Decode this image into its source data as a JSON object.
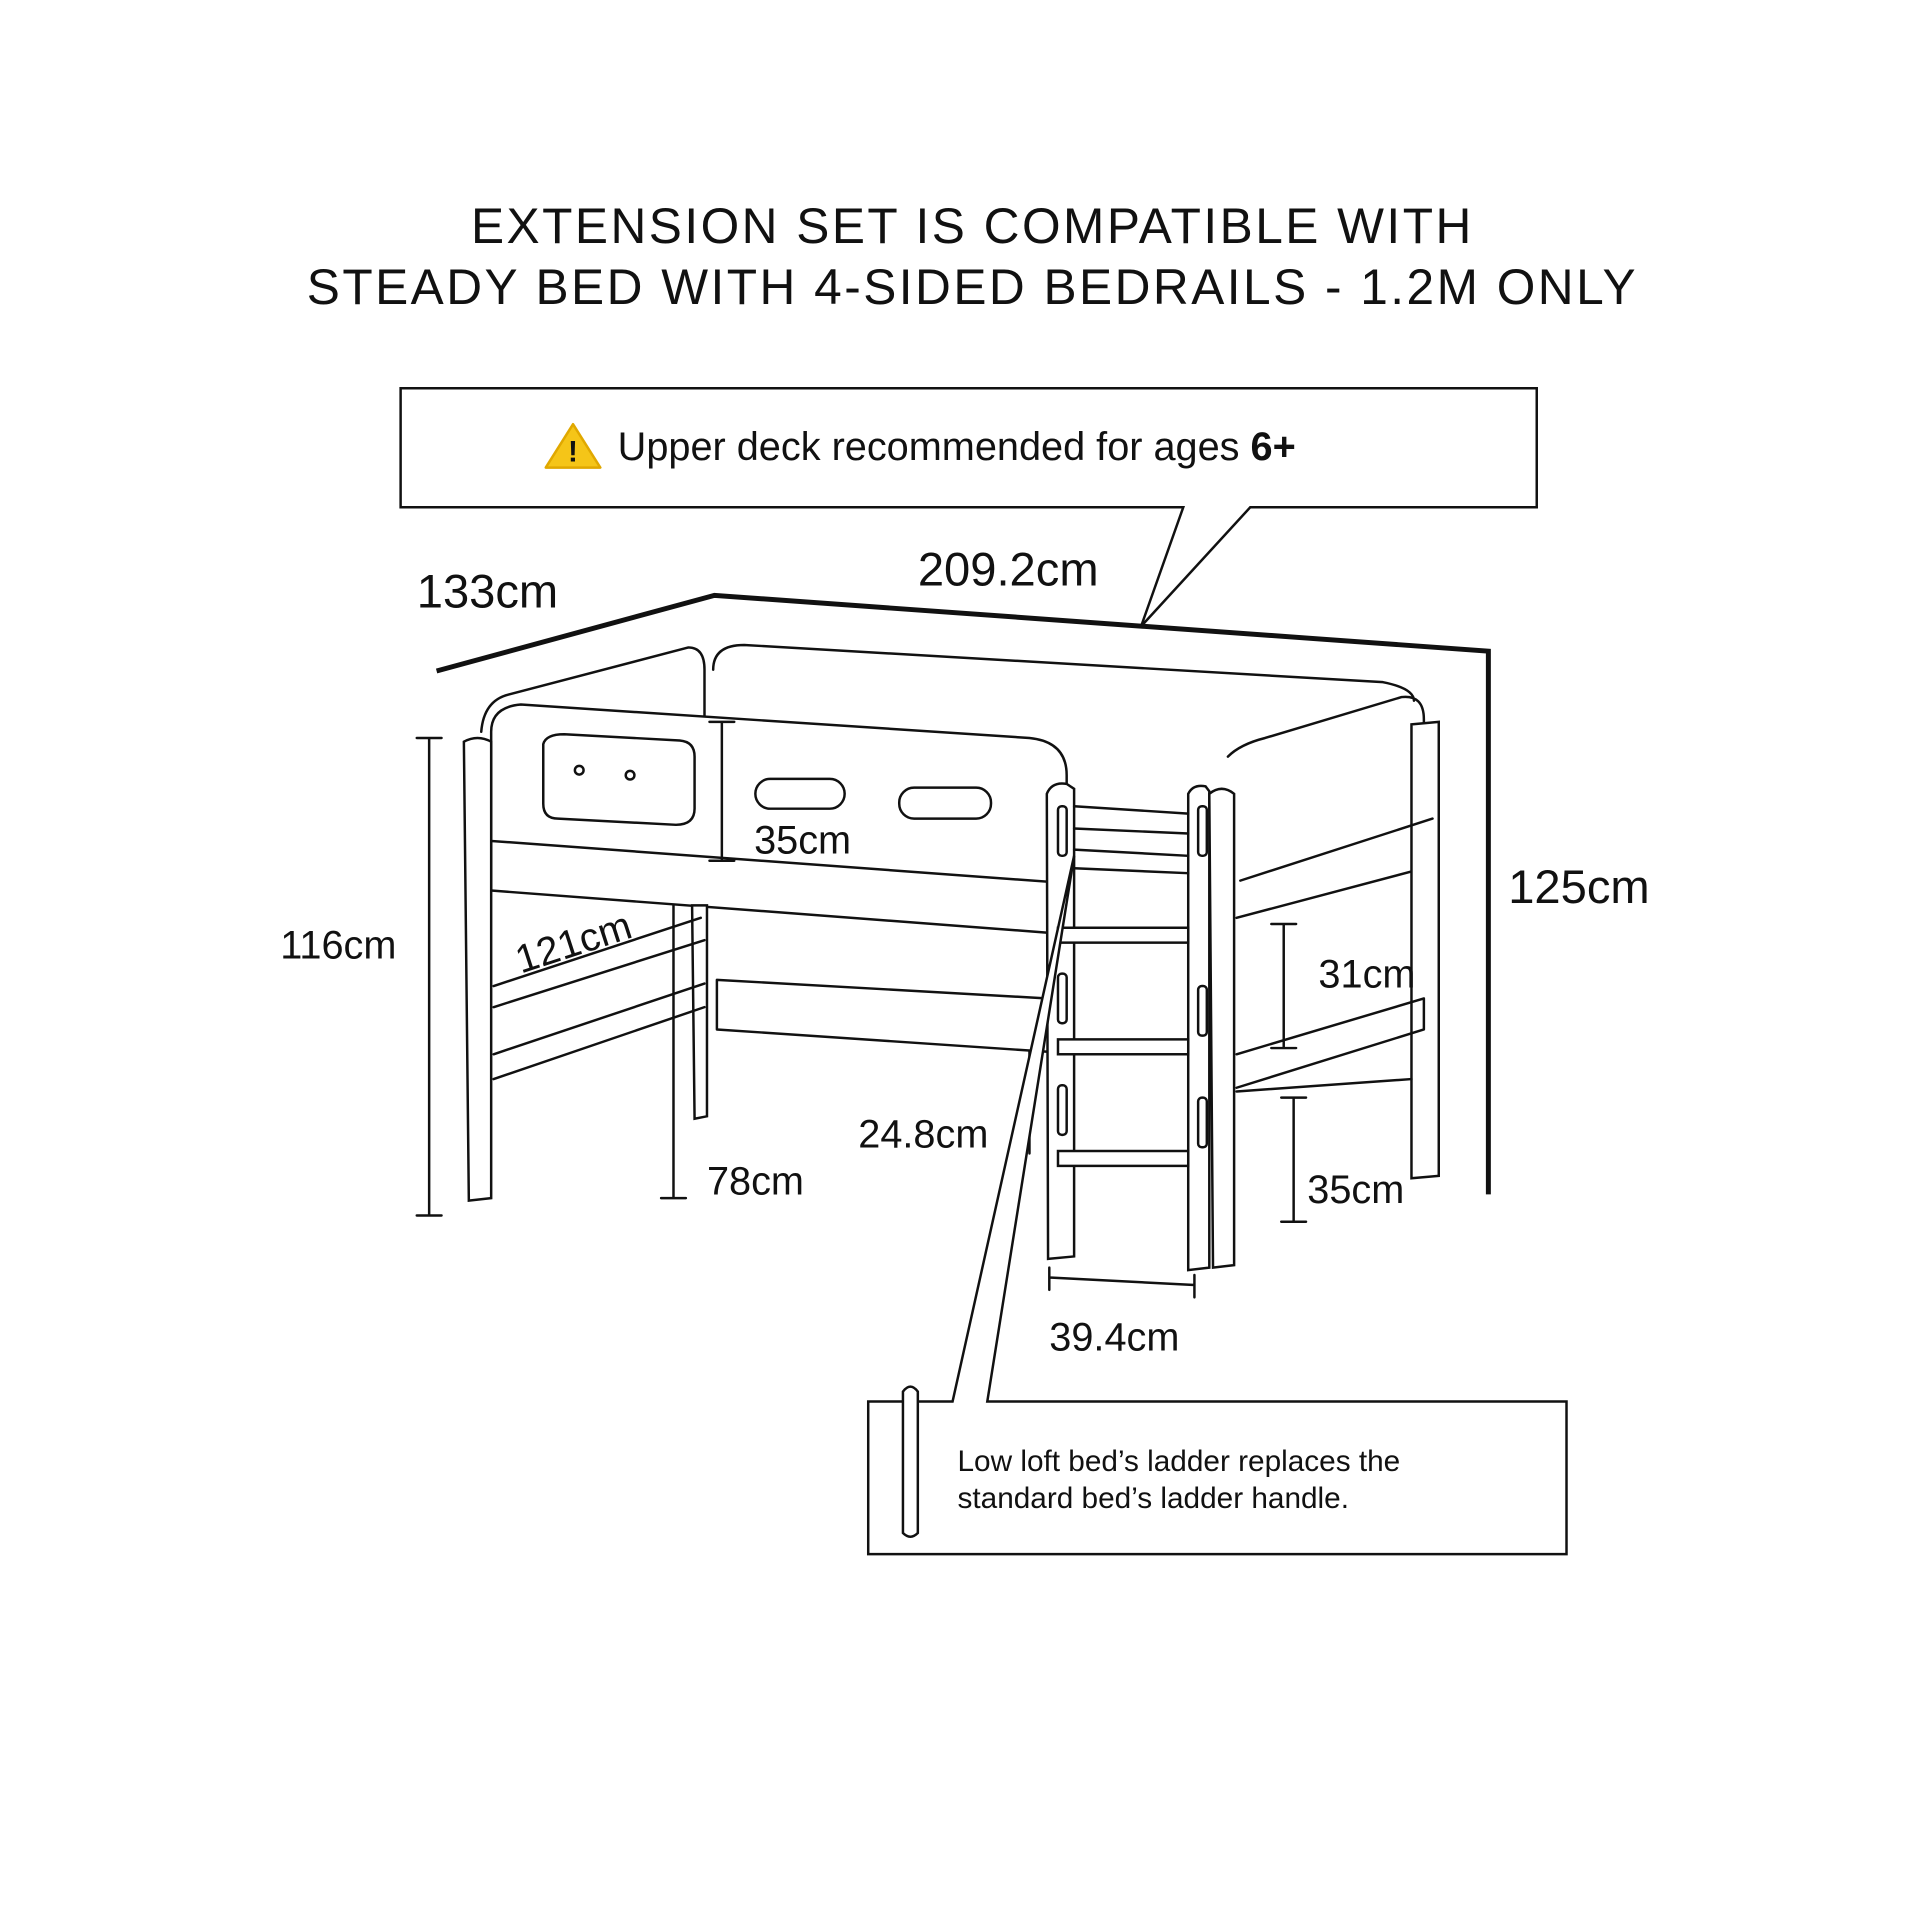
{
  "title": {
    "line1": "EXTENSION SET IS COMPATIBLE WITH",
    "line2": "STEADY BED WITH 4-SIDED BEDRAILS - 1.2M ONLY"
  },
  "warning_callout": {
    "icon": "warning-triangle-icon",
    "icon_color": "#F5C518",
    "text": "Upper deck recommended for ages ",
    "age": "6+"
  },
  "dimensions": {
    "depth": "133cm",
    "length": "209.2cm",
    "height_total": "125cm",
    "height_leg": "116cm",
    "rail_height": "35cm",
    "inner_width": "121cm",
    "under_height": "78cm",
    "ladder_step": "24.8cm",
    "side_rail": "31cm",
    "lower_gap": "35cm",
    "ladder_width": "39.4cm"
  },
  "ladder_callout": {
    "line1": "Low loft bed’s ladder replaces the",
    "line2": "standard bed’s ladder handle."
  }
}
